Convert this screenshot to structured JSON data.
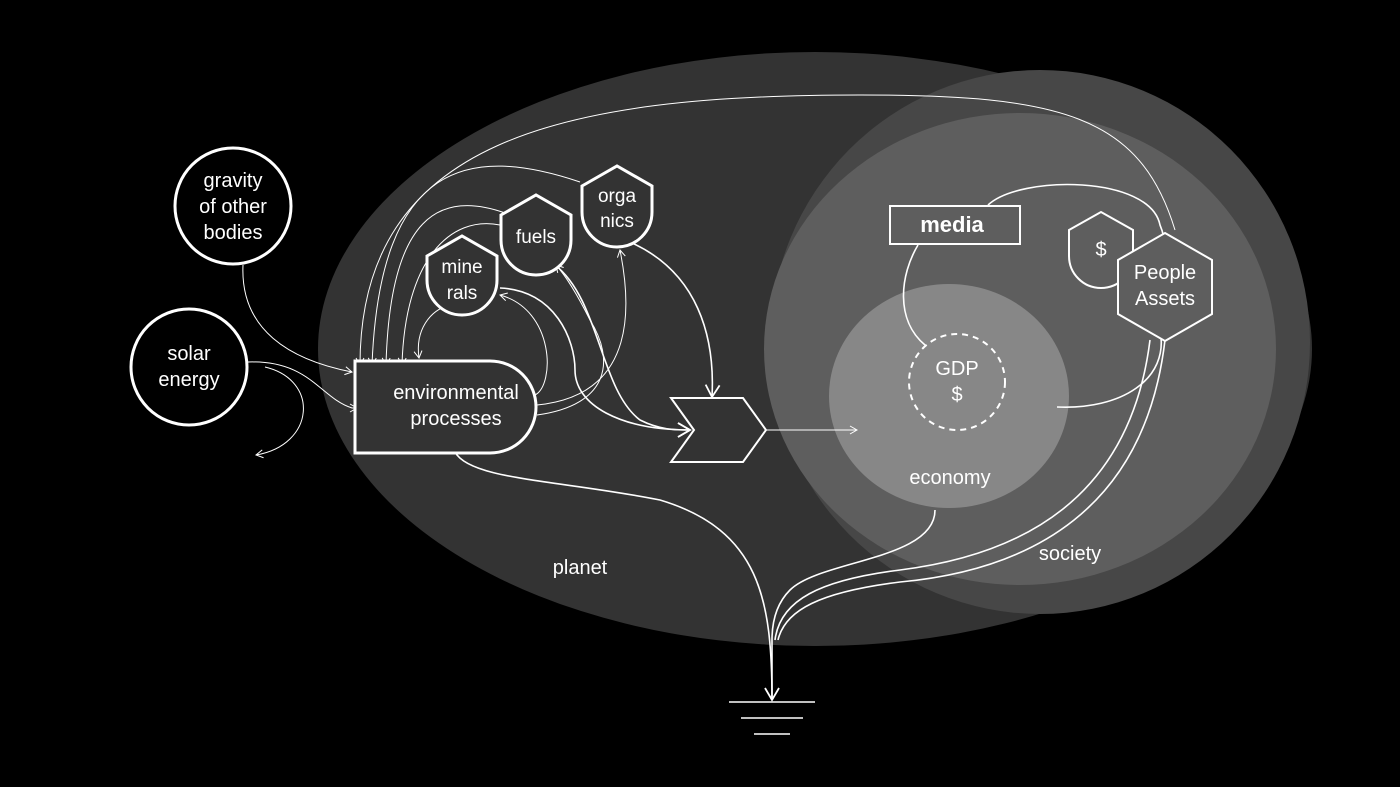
{
  "diagram": {
    "regions": {
      "planet": "planet",
      "society": "society",
      "economy": "economy"
    },
    "nodes": {
      "gravity": [
        "gravity",
        "of other",
        "bodies"
      ],
      "solar": [
        "solar",
        "energy"
      ],
      "environmental": [
        "environmental",
        "processes"
      ],
      "minerals": [
        "mine",
        "rals"
      ],
      "fuels": [
        "fuels"
      ],
      "organics": [
        "orga",
        "nics"
      ],
      "media": "media",
      "dollar": "$",
      "people": [
        "People",
        "Assets"
      ],
      "gdp": [
        "GDP",
        "$"
      ]
    },
    "colors": {
      "background": "#000000",
      "planet": "#333333",
      "society_outer": "#474747",
      "society": "#5e5e5e",
      "economy": "#878787",
      "stroke": "#ffffff"
    }
  }
}
